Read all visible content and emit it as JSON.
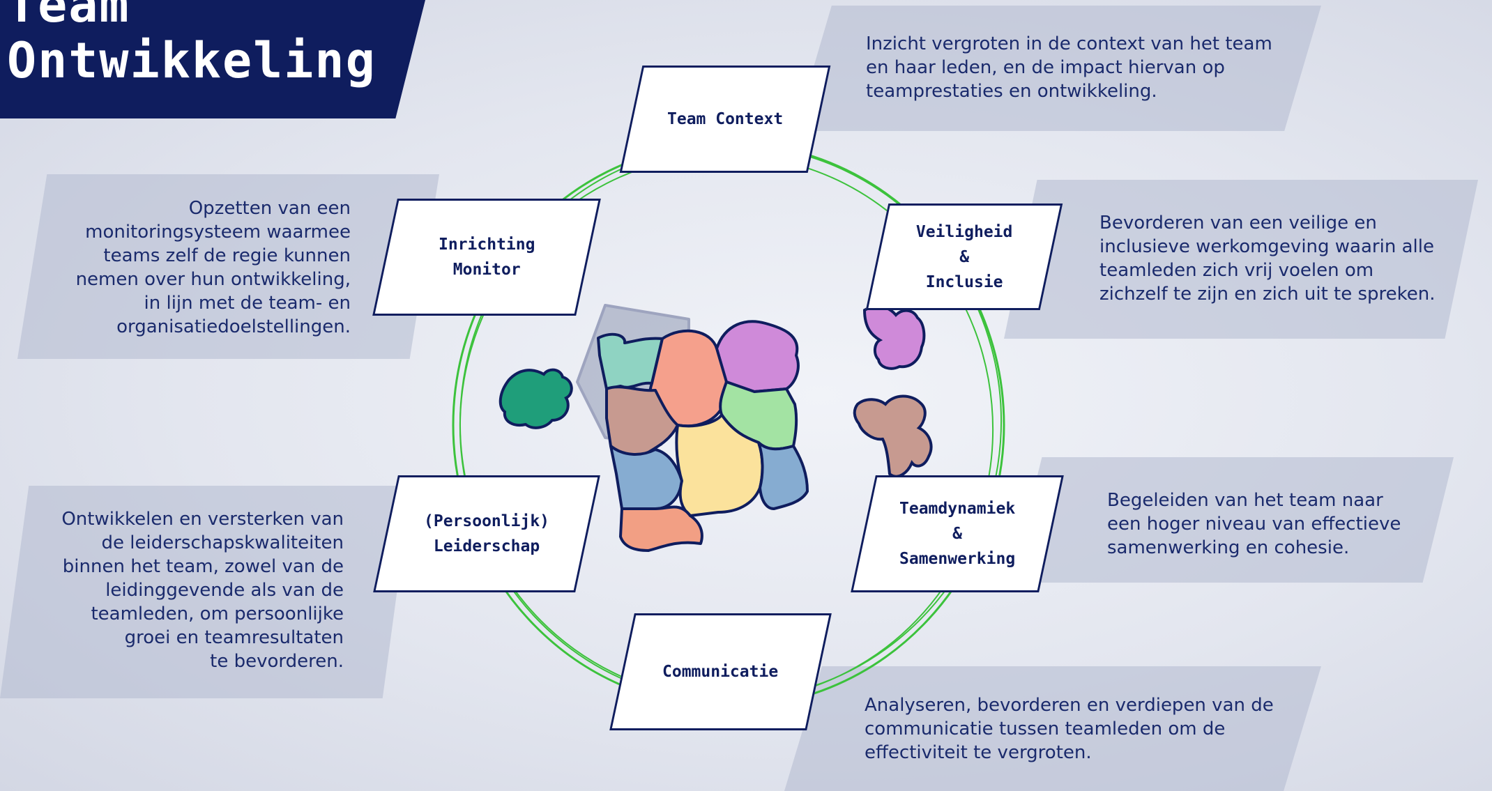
{
  "title": {
    "line1": "Team",
    "line2": "Ontwikkeling"
  },
  "boxes": {
    "team_context": "Team Context",
    "veiligheid": "Veiligheid\n&\nInclusie",
    "teamdynamiek": "Teamdynamiek\n&\nSamenwerking",
    "communicatie": "Communicatie",
    "leiderschap": "(Persoonlijk)\nLeiderschap",
    "inrichting": "Inrichting\nMonitor"
  },
  "descriptions": {
    "team_context": "Inzicht vergroten in de context van het team\nen haar leden, en de impact hiervan op\nteamprestaties en ontwikkeling.",
    "veiligheid": "Bevorderen van een veilige en\ninclusieve werkomgeving waarin alle\nteamleden zich vrij voelen om\nzichzelf te zijn en zich uit te spreken.",
    "teamdynamiek": "Begeleiden van het team naar\neen hoger niveau van effectieve\nsamenwerking en cohesie.",
    "communicatie": "Analyseren, bevorderen en verdiepen van de\ncommunicatie tussen teamleden om de\neffectiviteit te vergroten.",
    "leiderschap": "Ontwikkelen en versterken van\nde leiderschapskwaliteiten\nbinnen het team, zowel van de\nleidinggevende als van de\nteamleden, om persoonlijke\ngroei en teamresultaten\nte bevorderen.",
    "inrichting": "Opzetten van een\nmonitoringsysteem waarmee\nteams zelf de regie kunnen\nnemen over hun ontwikkeling,\nin lijn met de team- en\norganisatiedoelstellingen."
  },
  "colors": {
    "navy": "#0f1d5e",
    "ring_green": "#3cc23c",
    "teal": "#8fd3c2",
    "salmon": "#f5a08c",
    "purple": "#cf8ad9",
    "taupe": "#c79a90",
    "mint": "#a3e3a3",
    "blue": "#86acd1",
    "yellow": "#fbe29c",
    "coral": "#f29f84",
    "dark_green": "#1f9e7a"
  },
  "icons": [
    "puzzle-center-icon",
    "puzzle-piece-green-icon",
    "puzzle-piece-purple-icon",
    "puzzle-piece-taupe-icon"
  ]
}
